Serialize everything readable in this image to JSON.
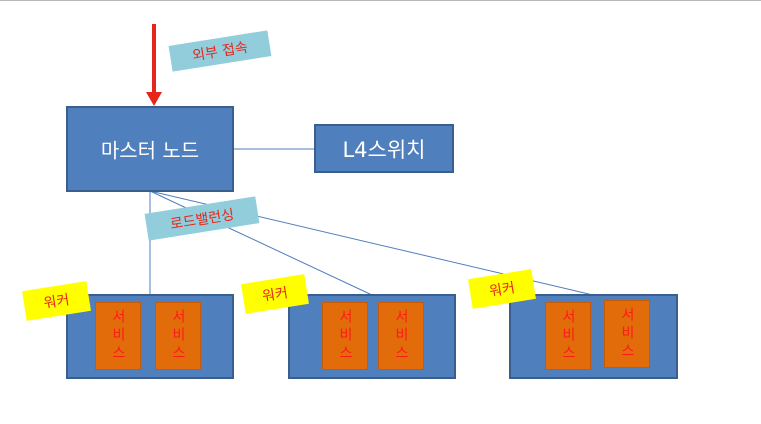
{
  "external_access": {
    "label": "외부 접속"
  },
  "master_node": {
    "label": "마스터 노드"
  },
  "l4_switch": {
    "label": "L4스위치"
  },
  "load_balancing": {
    "label": "로드밸런싱"
  },
  "workers": [
    {
      "label": "워커",
      "services": [
        "서비스",
        "서비스"
      ]
    },
    {
      "label": "워커",
      "services": [
        "서비스",
        "서비스"
      ]
    },
    {
      "label": "워커",
      "services": [
        "서비스",
        "서비스"
      ]
    }
  ],
  "colors": {
    "node_fill": "#4f7fbd",
    "service_fill": "#e26b0a",
    "arrow": "#e8251a",
    "blue_tag": "#92cddc",
    "yellow_tag": "#ffff00"
  },
  "icons": {
    "arrow": "down-arrow-icon"
  }
}
